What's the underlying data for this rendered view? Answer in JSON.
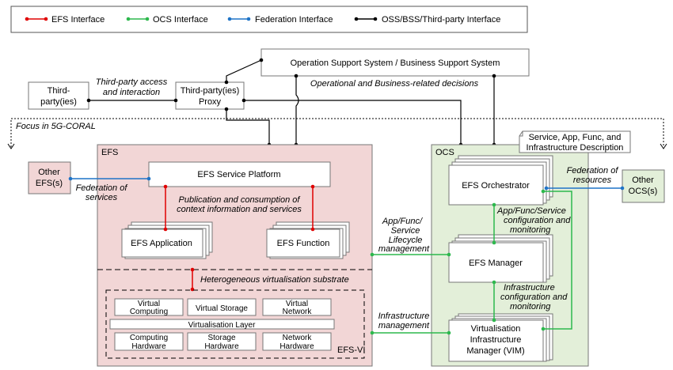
{
  "legend": {
    "efs": "EFS Interface",
    "ocs": "OCS Interface",
    "federation": "Federation Interface",
    "oss": "OSS/BSS/Third-party Interface"
  },
  "colors": {
    "efs": "#e00000",
    "ocs": "#2db84d",
    "federation": "#1f74c7",
    "oss": "#000000",
    "efs_bg": "#f2d6d6",
    "ocs_bg": "#e3efd9"
  },
  "nodes": {
    "oss": "Operation Support System / Business Support System",
    "third_party_1": "Third-",
    "third_party_2": "party(ies)",
    "proxy_1": "Third-party(ies)",
    "proxy_2": "Proxy",
    "other_efs_1": "Other",
    "other_efs_2": "EFS(s)",
    "other_ocs_1": "Other",
    "other_ocs_2": "OCS(s)",
    "efs": "EFS",
    "ocs": "OCS",
    "efs_service_platform": "EFS Service Platform",
    "efs_application": "EFS Application",
    "efs_function": "EFS Function",
    "efs_orchestrator": "EFS Orchestrator",
    "efs_manager": "EFS Manager",
    "vim_1": "Virtualisation",
    "vim_2": "Infrastructure",
    "vim_3": "Manager (VIM)",
    "svc_desc_1": "Service, App, Func, and",
    "svc_desc_2": "Infrastructure Description",
    "virtual_computing_1": "Virtual",
    "virtual_computing_2": "Computing",
    "virtual_storage": "Virtual Storage",
    "virtual_network_1": "Virtual",
    "virtual_network_2": "Network",
    "virtualisation_layer": "Virtualisation Layer",
    "computing_hw_1": "Computing",
    "computing_hw_2": "Hardware",
    "storage_hw_1": "Storage",
    "storage_hw_2": "Hardware",
    "network_hw_1": "Network",
    "network_hw_2": "Hardware",
    "efs_vi": "EFS-VI"
  },
  "labels": {
    "third_party_access_1": "Third-party access",
    "third_party_access_2": "and interaction",
    "op_business": "Operational and Business-related decisions",
    "focus": "Focus in 5G-CORAL",
    "federation_services_1": "Federation of",
    "federation_services_2": "services",
    "federation_resources_1": "Federation of",
    "federation_resources_2": "resources",
    "publication_1": "Publication and consumption of",
    "publication_2": "context information and services",
    "heterogeneous": "Heterogeneous virtualisation substrate",
    "lifecycle_1": "App/Func/",
    "lifecycle_2": "Service",
    "lifecycle_3": "Lifecycle",
    "lifecycle_4": "management",
    "service_config_1": "App/Func/Service",
    "service_config_2": "configuration and",
    "service_config_3": "monitoring",
    "infra_config_1": "Infrastructure",
    "infra_config_2": "configuration and",
    "infra_config_3": "monitoring",
    "infra_mgmt_1": "Infrastructure",
    "infra_mgmt_2": "management"
  }
}
